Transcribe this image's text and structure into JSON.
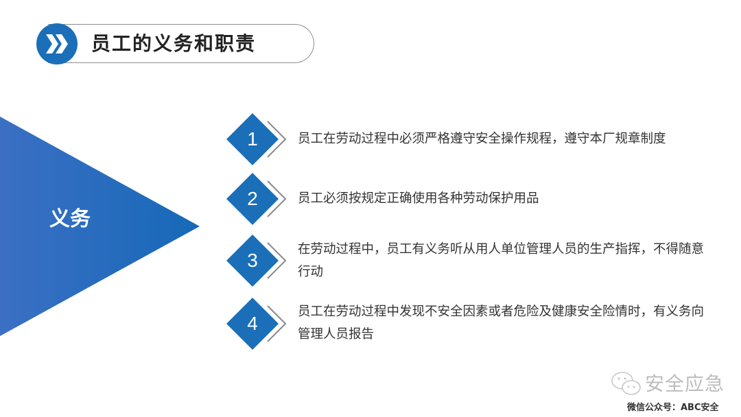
{
  "header": {
    "title": "员工的义务和职责",
    "icon": "double-chevron-right-icon",
    "accent_color": "#1a6fb8"
  },
  "section": {
    "label": "义务",
    "gradient": [
      "#3b6fc4",
      "#1669b8"
    ]
  },
  "items": [
    {
      "number": "1",
      "text": "员工在劳动过程中必须严格遵守安全操作规程，遵守本厂规章制度"
    },
    {
      "number": "2",
      "text": "员工必须按规定正确使用各种劳动保护用品"
    },
    {
      "number": "3",
      "text": "在劳动过程中，员工有义务听从用人单位管理人员的生产指挥，不得随意行动"
    },
    {
      "number": "4",
      "text": "员工在劳动过程中发现不安全因素或者危险及健康安全险情时，有义务向管理人员报告"
    }
  ],
  "watermark": {
    "icon": "wechat-icon",
    "text": "安全应急",
    "footer": "微信公众号：ABC安全"
  },
  "colors": {
    "diamond": "#1a6fb8",
    "chevron": "#8a8a8a",
    "text": "#333333"
  }
}
